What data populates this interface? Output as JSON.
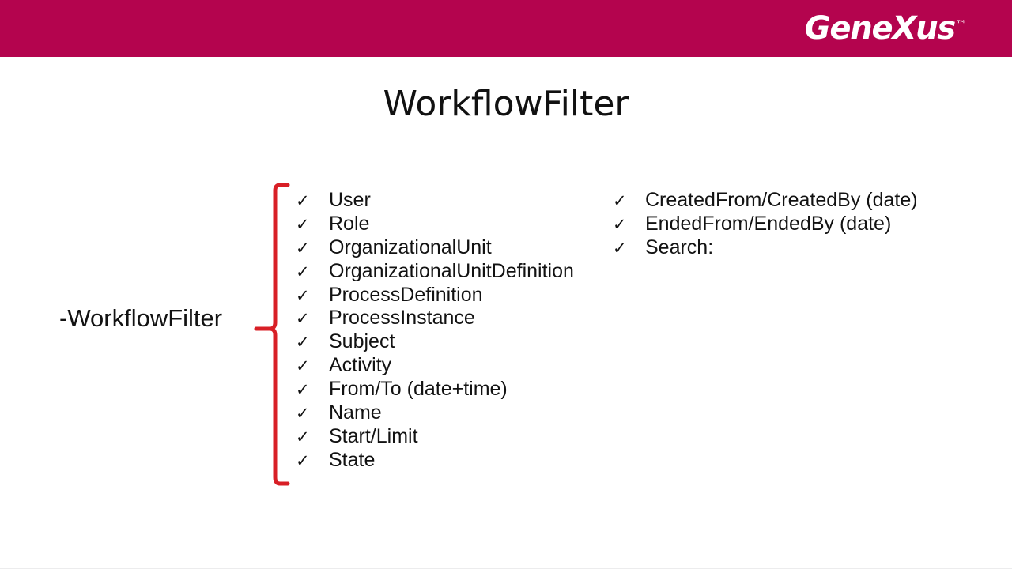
{
  "header": {
    "background_color": "#b4044e",
    "brand": "GeneXus",
    "brand_trademark": "™"
  },
  "slide": {
    "title": "WorkflowFilter",
    "background_color": "#ffffff",
    "text_color": "#121212"
  },
  "caption": {
    "label": "-WorkflowFilter"
  },
  "brace": {
    "color": "#d81f26",
    "shape": "curly-brace-left"
  },
  "check_glyph": "✓",
  "lists": {
    "primary": {
      "items": [
        {
          "check": "✓",
          "label": "User"
        },
        {
          "check": "✓",
          "label": "Role"
        },
        {
          "check": "✓",
          "label": "OrganizationalUnit"
        },
        {
          "check": "✓",
          "label": "OrganizationalUnitDefinition"
        },
        {
          "check": "✓",
          "label": "ProcessDefinition"
        },
        {
          "check": "✓",
          "label": "ProcessInstance"
        },
        {
          "check": "✓",
          "label": "Subject"
        },
        {
          "check": "✓",
          "label": "Activity"
        },
        {
          "check": "✓",
          "label": "From/To (date+time)"
        },
        {
          "check": "✓",
          "label": "Name"
        },
        {
          "check": "✓",
          "label": "Start/Limit"
        },
        {
          "check": "✓",
          "label": "State"
        }
      ]
    },
    "secondary": {
      "items": [
        {
          "check": "✓",
          "label": "CreatedFrom/CreatedBy (date)"
        },
        {
          "check": "✓",
          "label": "EndedFrom/EndedBy (date)"
        },
        {
          "check": "✓",
          "label": "Search:"
        }
      ]
    }
  }
}
